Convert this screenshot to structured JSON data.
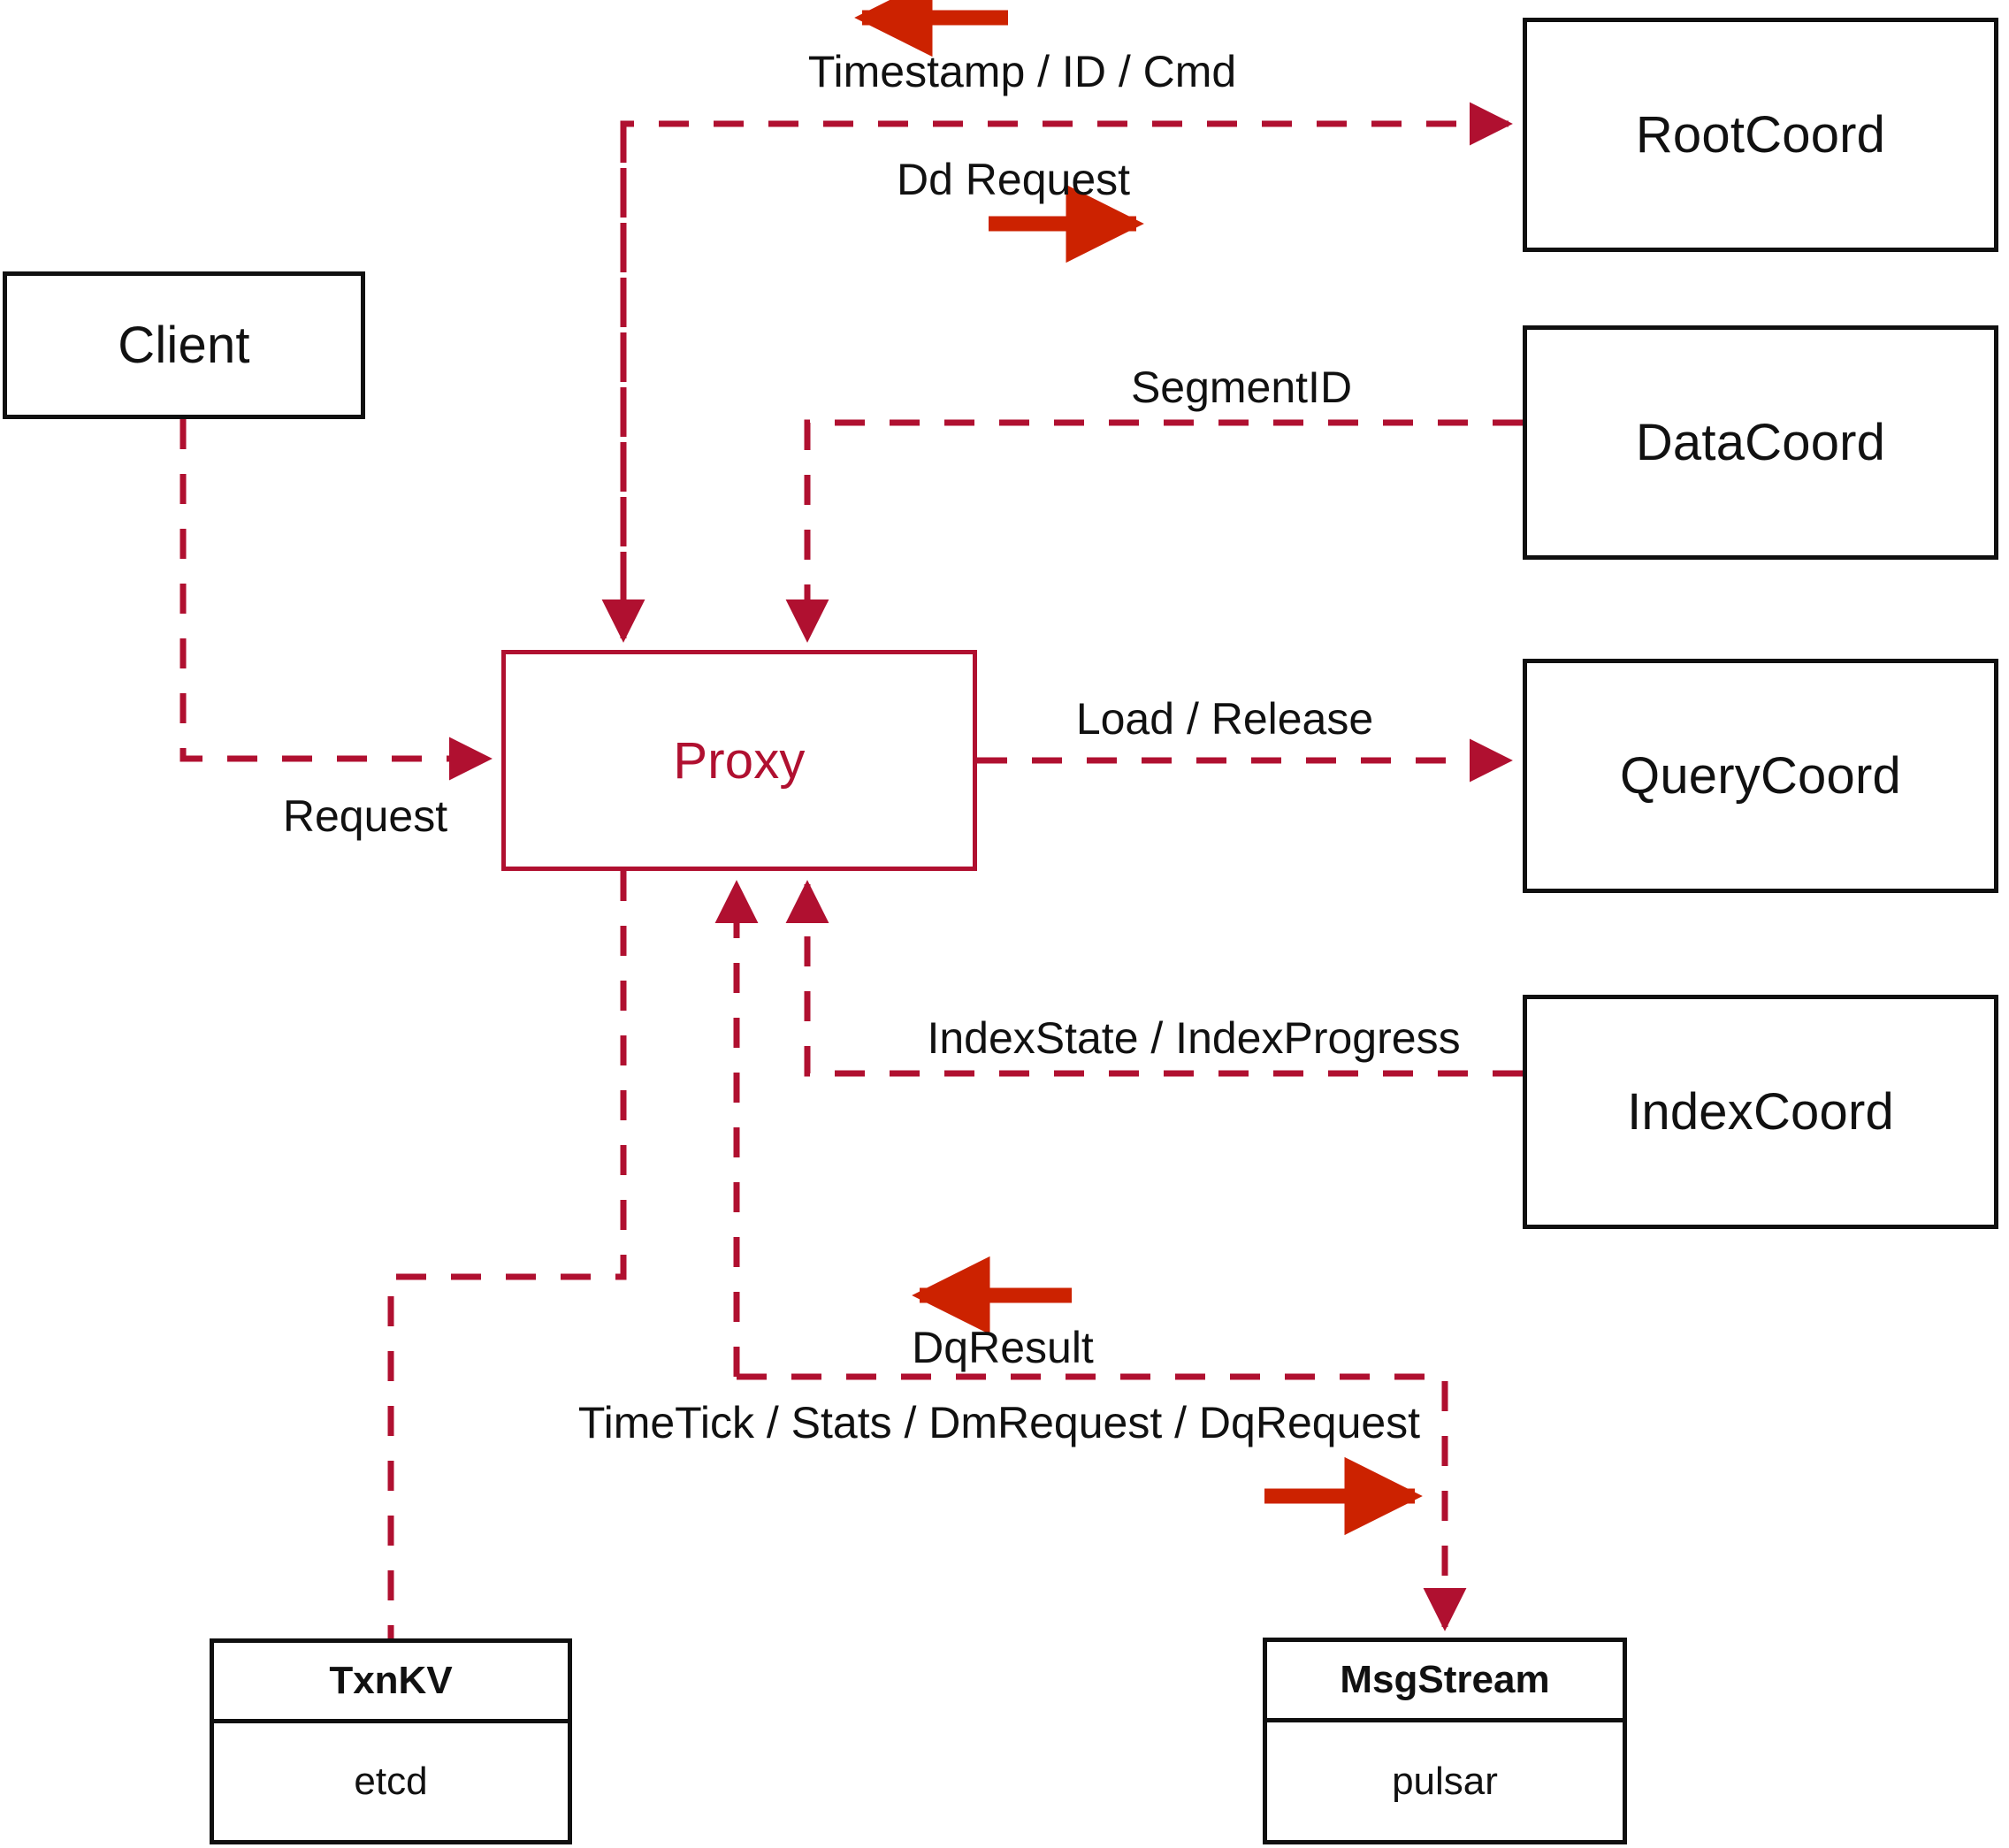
{
  "diagram": {
    "title": "Milvus Proxy interaction diagram",
    "colors": {
      "dashed_line": "#B01030",
      "solid_arrow": "#CC2200",
      "node_border": "#101010",
      "proxy_accent": "#B01030",
      "background": "#FFFFFF"
    }
  },
  "nodes": {
    "client": {
      "label": "Client"
    },
    "proxy": {
      "label": "Proxy"
    },
    "root_coord": {
      "label": "RootCoord"
    },
    "data_coord": {
      "label": "DataCoord"
    },
    "query_coord": {
      "label": "QueryCoord"
    },
    "index_coord": {
      "label": "IndexCoord"
    }
  },
  "stores": {
    "txnkv": {
      "title": "TxnKV",
      "impl": "etcd"
    },
    "msgstream": {
      "title": "MsgStream",
      "impl": "pulsar"
    }
  },
  "edges": [
    {
      "id": "timestamp-id-cmd",
      "label": "Timestamp / ID / Cmd",
      "from": "root_coord",
      "to": "proxy",
      "direction": "left"
    },
    {
      "id": "dd-request",
      "label": "Dd Request",
      "from": "proxy",
      "to": "root_coord",
      "direction": "right"
    },
    {
      "id": "segment-id",
      "label": "SegmentID",
      "from": "data_coord",
      "to": "proxy",
      "direction": "left"
    },
    {
      "id": "load-release",
      "label": "Load / Release",
      "from": "proxy",
      "to": "query_coord",
      "direction": "right"
    },
    {
      "id": "index-state-progress",
      "label": "IndexState / IndexProgress",
      "from": "index_coord",
      "to": "proxy",
      "direction": "left"
    },
    {
      "id": "request",
      "label": "Request",
      "from": "client",
      "to": "proxy",
      "direction": "right"
    },
    {
      "id": "dq-result",
      "label": "DqResult",
      "from": "msgstream",
      "to": "proxy",
      "direction": "left"
    },
    {
      "id": "timetick-stats-dmrequest-dqrequest",
      "label": "TimeTick / Stats / DmRequest / DqRequest",
      "from": "proxy",
      "to": "msgstream",
      "direction": "right"
    }
  ]
}
